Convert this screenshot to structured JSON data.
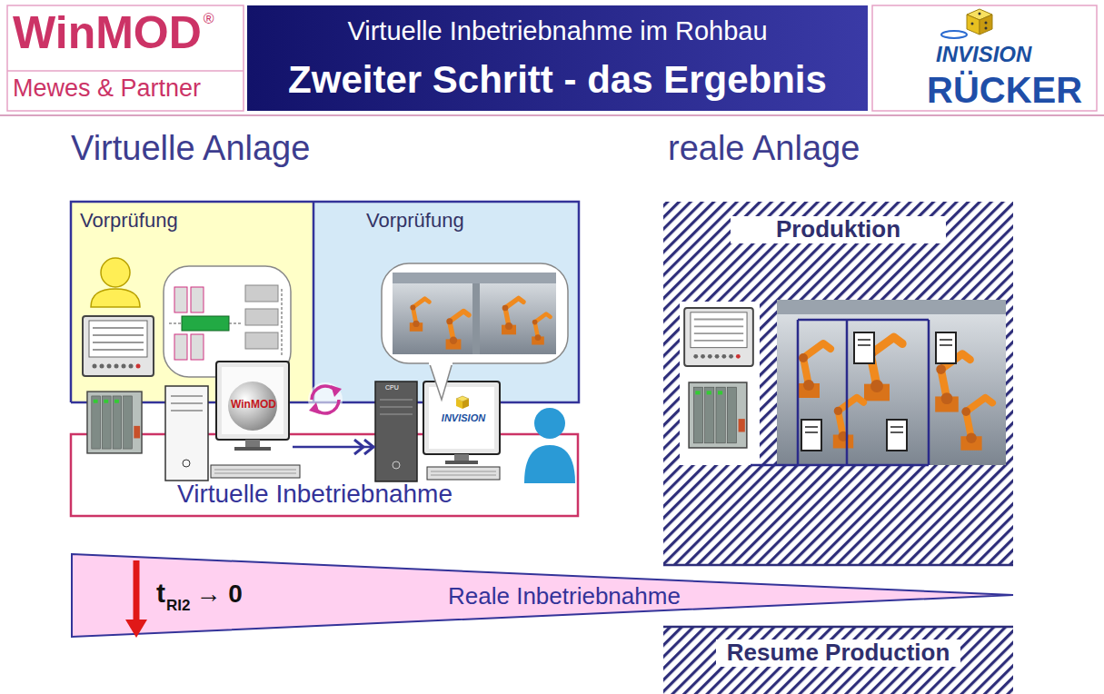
{
  "diagram": {
    "title": "Zweiter Schritt - das Ergebnis",
    "nodes": [
      {
        "text": [
          "Vorprüfung"
        ]
      },
      {
        "text": [
          "Vorprüfung"
        ]
      },
      {
        "text": [
          "WinMOD"
        ]
      },
      {
        "text": [
          "INVISION"
        ]
      },
      {
        "text": [
          "Virtuelle Inbetriebnahme"
        ]
      },
      {
        "text": [
          "Produktion"
        ]
      },
      {
        "text": [
          "Reale Inbetriebnahme"
        ]
      },
      {
        "text": [
          "Resume Production"
        ]
      }
    ],
    "edges": [
      {
        "from": 2,
        "to": 3,
        "arrow": "to"
      }
    ],
    "labels": [
      "WinMOD",
      "®",
      "Mewes & Partner",
      "Virtuelle Inbetriebnahme im Rohbau",
      "INVISION",
      "RÜCKER",
      "Virtuelle Anlage",
      "reale Anlage",
      "CPU",
      "t",
      "RI2",
      "→ 0"
    ]
  }
}
